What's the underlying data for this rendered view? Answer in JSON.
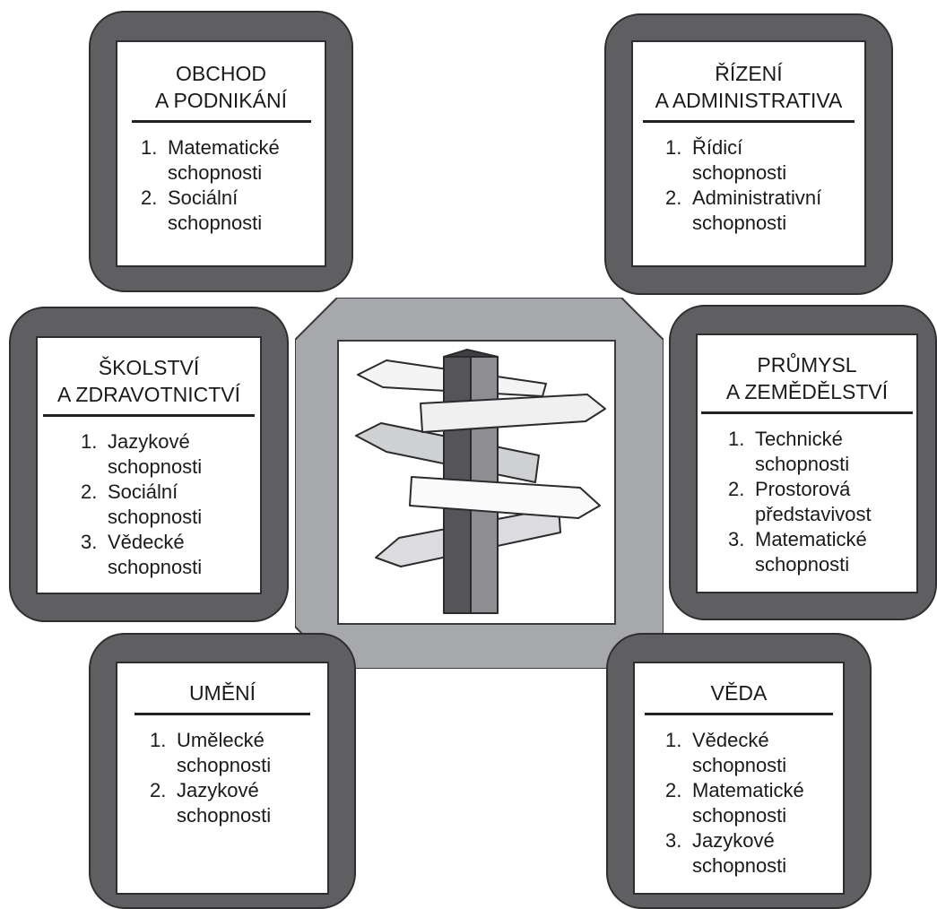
{
  "colors": {
    "frame": "#5f5f61",
    "frame_border": "#2e2e30",
    "center_octagon": "#a7a8ac",
    "post_dark": "#4a4a4c",
    "post_light": "#8c8c90",
    "sign_white": "#f4f4f4",
    "sign_gray": "#cfd0d2"
  },
  "center": {
    "icon": "signpost-icon"
  },
  "boxes": [
    {
      "id": "business",
      "title": "OBCHOD\nA PODNIKÁNÍ",
      "items": [
        {
          "num": "1.",
          "text": "Matematické\nschopnosti"
        },
        {
          "num": "2.",
          "text": "Sociální\nschopnosti"
        }
      ]
    },
    {
      "id": "management",
      "title": "ŘÍZENÍ\nA ADMINISTRATIVA",
      "items": [
        {
          "num": "1.",
          "text": "Řídicí\nschopnosti"
        },
        {
          "num": "2.",
          "text": "Administrativní\nschopnosti"
        }
      ]
    },
    {
      "id": "education",
      "title": "ŠKOLSTVÍ\nA ZDRAVOTNICTVÍ",
      "items": [
        {
          "num": "1.",
          "text": "Jazykové\nschopnosti"
        },
        {
          "num": "2.",
          "text": "Sociální\nschopnosti"
        },
        {
          "num": "3.",
          "text": "Vědecké\nschopnosti"
        }
      ]
    },
    {
      "id": "industry",
      "title": "PRŮMYSL\nA ZEMĚDĚLSTVÍ",
      "items": [
        {
          "num": "1.",
          "text": "Technické\nschopnosti"
        },
        {
          "num": "2.",
          "text": "Prostorová\npředstavivost"
        },
        {
          "num": "3.",
          "text": "Matematické\nschopnosti"
        }
      ]
    },
    {
      "id": "art",
      "title": "UMĚNÍ",
      "items": [
        {
          "num": "1.",
          "text": "Umělecké\nschopnosti"
        },
        {
          "num": "2.",
          "text": "Jazykové\nschopnosti"
        }
      ]
    },
    {
      "id": "science",
      "title": "VĚDA",
      "items": [
        {
          "num": "1.",
          "text": "Vědecké\nschopnosti"
        },
        {
          "num": "2.",
          "text": "Matematické\nschopnosti"
        },
        {
          "num": "3.",
          "text": "Jazykové\nschopnosti"
        }
      ]
    }
  ]
}
